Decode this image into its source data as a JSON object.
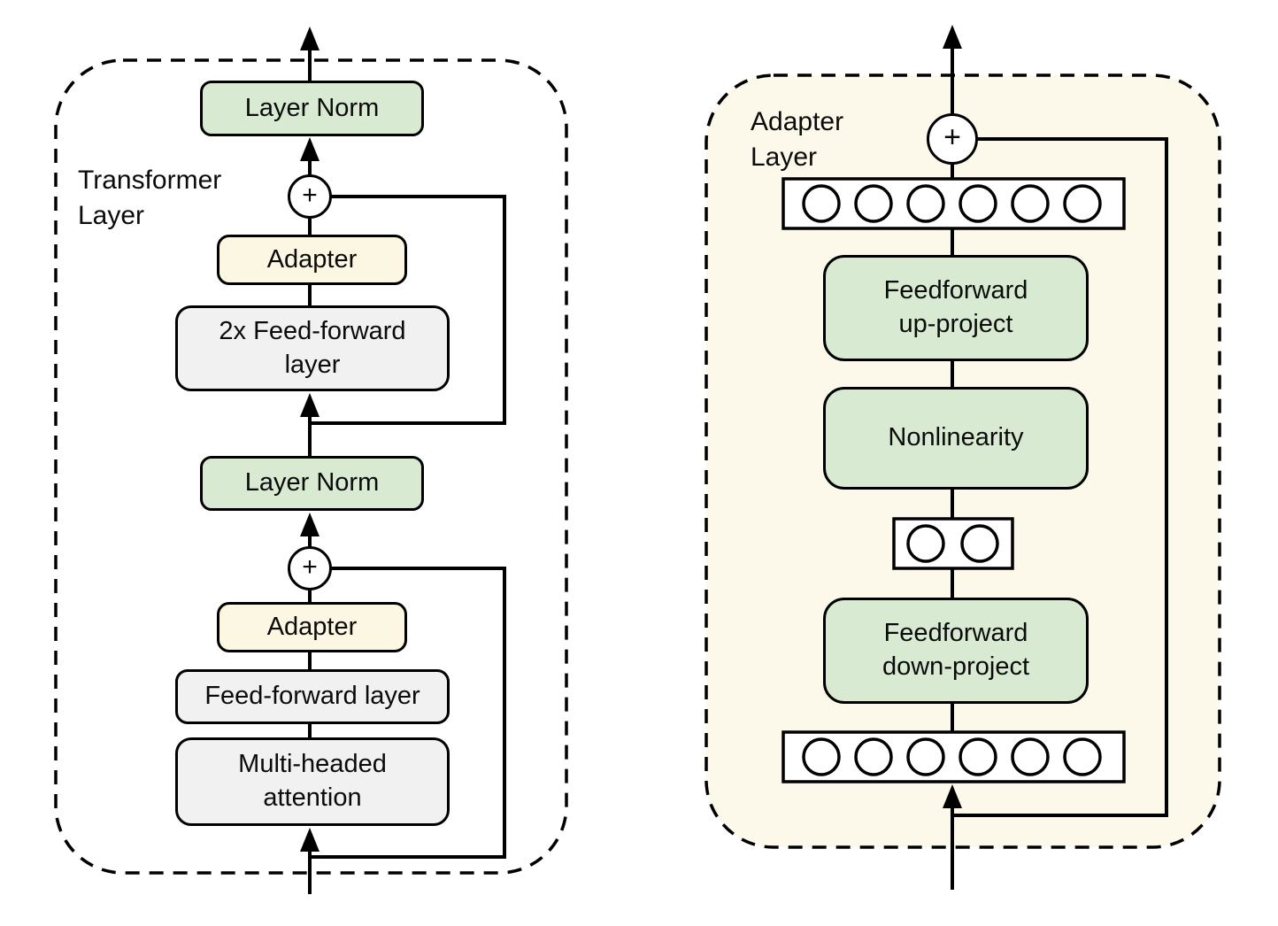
{
  "palette": {
    "box_green": "#d9ead3",
    "box_cream": "#fcf7e2",
    "box_gray": "#f1f1f1",
    "panel_right_bg": "#fcf9ea",
    "panel_left_bg": "#ffffff",
    "stroke": "#000000"
  },
  "left_panel": {
    "title": "Transformer\nLayer",
    "layer_norm_top_label": "Layer Norm",
    "plus_top_symbol": "+",
    "adapter_top_label": "Adapter",
    "feed_forward_2x_label": "2x Feed-forward\nlayer",
    "layer_norm_bottom_label": "Layer Norm",
    "plus_bottom_symbol": "+",
    "adapter_bottom_label": "Adapter",
    "feed_forward_label": "Feed-forward layer",
    "multi_headed_attention_label": "Multi-headed\nattention"
  },
  "right_panel": {
    "title": "Adapter\nLayer",
    "plus_symbol": "+",
    "feedforward_up_label": "Feedforward\nup-project",
    "nonlinearity_label": "Nonlinearity",
    "feedforward_down_label": "Feedforward\ndown-project",
    "feature_row_top_circle_count": 6,
    "bottleneck_circle_count": 2,
    "feature_row_bottom_circle_count": 6
  }
}
